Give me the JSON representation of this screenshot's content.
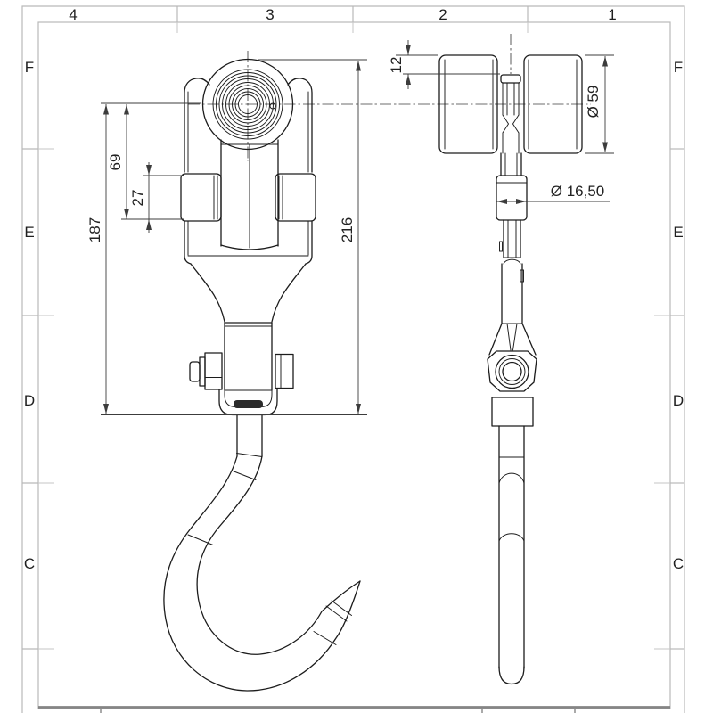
{
  "sheet": {
    "zone_columns": [
      "4",
      "3",
      "2",
      "1"
    ],
    "zone_rows": [
      "F",
      "E",
      "D",
      "C"
    ],
    "dimensions": {
      "total_height": "216",
      "pivot_height": "187",
      "wheel_to_pad": "69",
      "pad_height": "27",
      "roller_top_offset": "12",
      "roller_diameter": "Ø 59",
      "collar_diameter": "Ø 16,50"
    },
    "colors": {
      "line": "#1c1c1c",
      "dimension": "#3c3c3c",
      "frame": "#b9b9b9",
      "title_block": "#858585",
      "background": "#ffffff"
    }
  }
}
